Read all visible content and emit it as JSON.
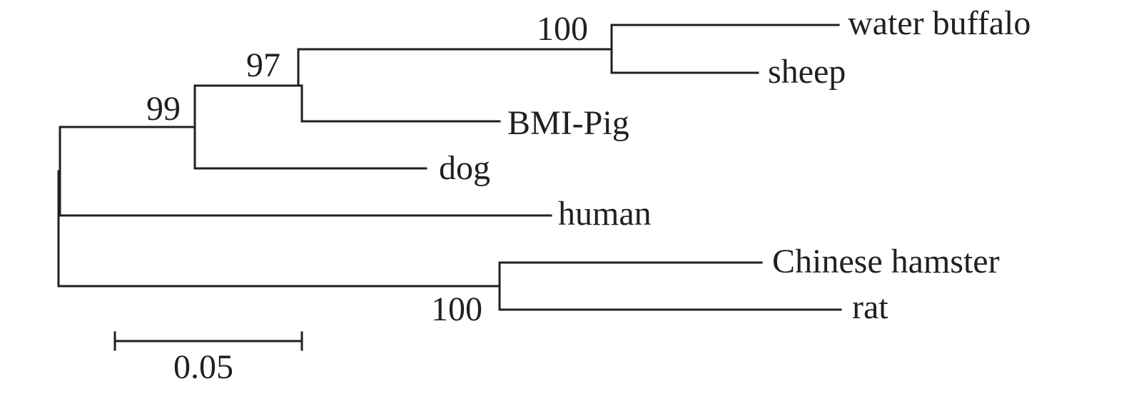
{
  "tree": {
    "taxa": [
      {
        "id": "water-buffalo",
        "label": "water buffalo"
      },
      {
        "id": "sheep",
        "label": "sheep"
      },
      {
        "id": "bmi-pig",
        "label": "BMI-Pig"
      },
      {
        "id": "dog",
        "label": "dog"
      },
      {
        "id": "human",
        "label": "human"
      },
      {
        "id": "chinese-hamster",
        "label": "Chinese hamster"
      },
      {
        "id": "rat",
        "label": "rat"
      }
    ],
    "support": {
      "ruminants": "100",
      "ruminants-pig": "97",
      "laurasiatheria": "99",
      "rodents": "100"
    },
    "scale_bar": {
      "value": 0.05,
      "label": "0.05"
    },
    "line_color": "#231f20"
  }
}
